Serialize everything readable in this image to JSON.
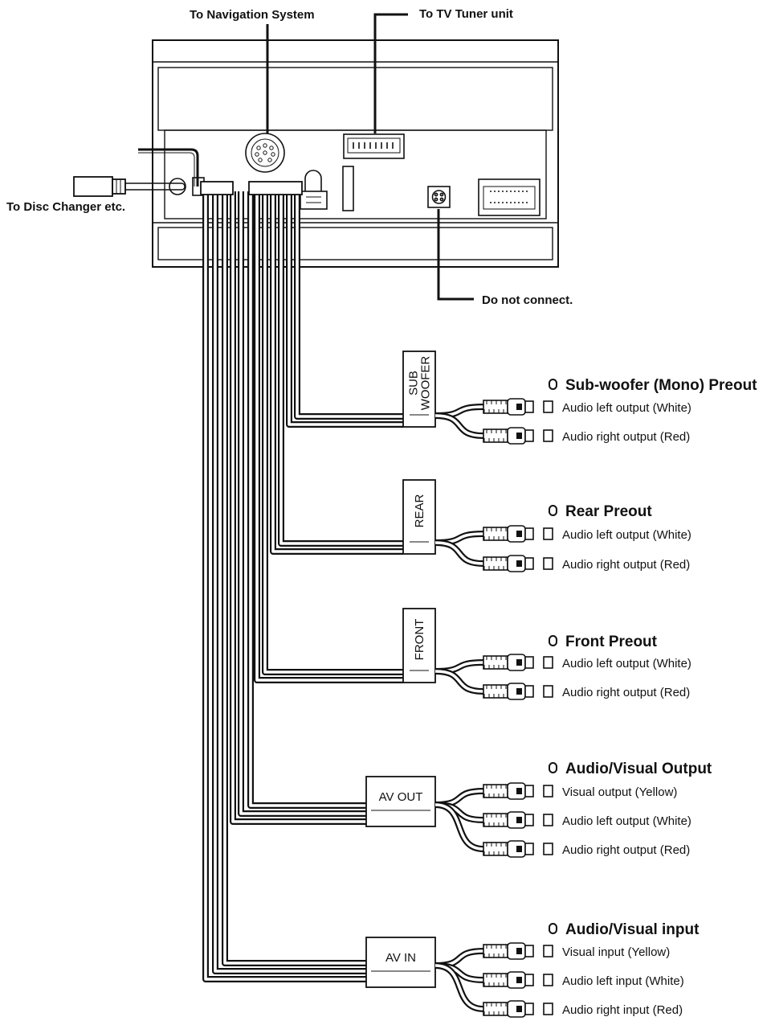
{
  "callouts": {
    "navigation": "To Navigation System",
    "tv_tuner": "To TV Tuner unit",
    "disc_changer": "To Disc Changer etc.",
    "do_not_connect": "Do not connect."
  },
  "groups": {
    "subwoofer": {
      "box_lines": [
        "SUB",
        "WOOFER"
      ],
      "title": "Sub-woofer (Mono) Preout",
      "cables": [
        "Audio left output (White)",
        "Audio right output (Red)"
      ]
    },
    "rear": {
      "box_lines": [
        "REAR"
      ],
      "title": "Rear Preout",
      "cables": [
        "Audio left output (White)",
        "Audio right output (Red)"
      ]
    },
    "front": {
      "box_lines": [
        "FRONT"
      ],
      "title": "Front Preout",
      "cables": [
        "Audio left output (White)",
        "Audio right output (Red)"
      ]
    },
    "av_out": {
      "box_lines": [
        "AV OUT"
      ],
      "title": "Audio/Visual Output",
      "cables": [
        "Visual output (Yellow)",
        "Audio left output (White)",
        "Audio right output (Red)"
      ]
    },
    "av_in": {
      "box_lines": [
        "AV IN"
      ],
      "title": "Audio/Visual input",
      "cables": [
        "Visual input (Yellow)",
        "Audio left input (White)",
        "Audio right input (Red)"
      ]
    }
  },
  "colors": {
    "line": "#111111",
    "background": "#ffffff"
  }
}
